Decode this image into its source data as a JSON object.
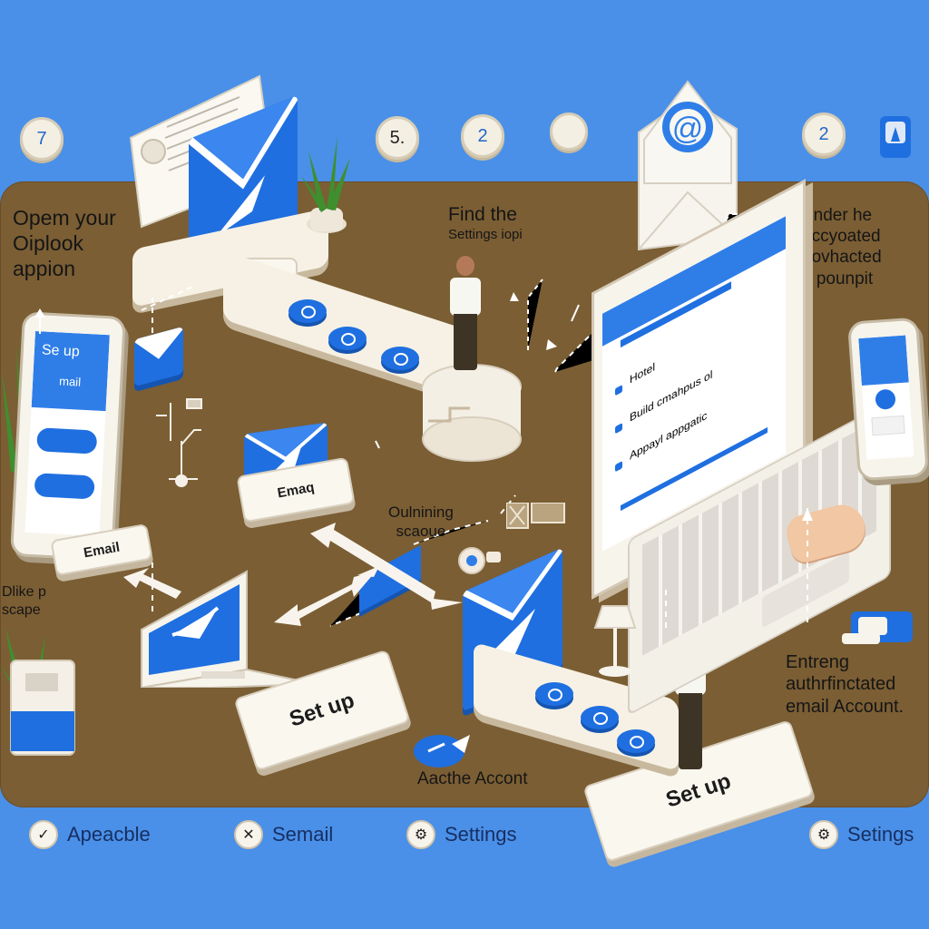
{
  "top_badges": [
    {
      "label": "7"
    },
    {
      "label": "5."
    },
    {
      "label": "2"
    },
    {
      "label": ""
    },
    {
      "label": "2"
    }
  ],
  "steps": {
    "open_outlook": [
      "Opem your",
      "Oiplook",
      "appion"
    ],
    "find_settings": [
      "Find the",
      "Settings iopi"
    ],
    "enter_account": [
      "Ender he",
      "accyoated",
      "aovhacted",
      "o pounpit"
    ],
    "setup_email_phone": [
      "Se up",
      "mail"
    ],
    "email_key": "Email",
    "email_card": "Emaq",
    "ouline_setup": [
      "Oulnining",
      "scaoue"
    ],
    "make_setup": [
      "Dlike p",
      "scape"
    ],
    "entering_account": [
      "Entreng",
      "authrfinctated",
      "email Account."
    ],
    "activate_account": "Aacthe Accont",
    "setup_left": "Set up",
    "setup_right": "Set up"
  },
  "laptop_screen": {
    "row1": "Hotel",
    "row2": "Build cmahpus ol",
    "row3": "Appayl appgatic"
  },
  "legend": [
    {
      "label": "Apeacble",
      "icon_name": "check-icon"
    },
    {
      "label": "Semail",
      "icon_name": "cross-icon"
    },
    {
      "label": "Settings",
      "icon_name": "gear-icon"
    },
    {
      "label": "Setings",
      "icon_name": "gear-icon"
    }
  ],
  "colors": {
    "background_blue": "#4a90e8",
    "board_brown": "#7b5e34",
    "envelope_blue": "#1f6fe0",
    "card_cream": "#faf7ef"
  }
}
